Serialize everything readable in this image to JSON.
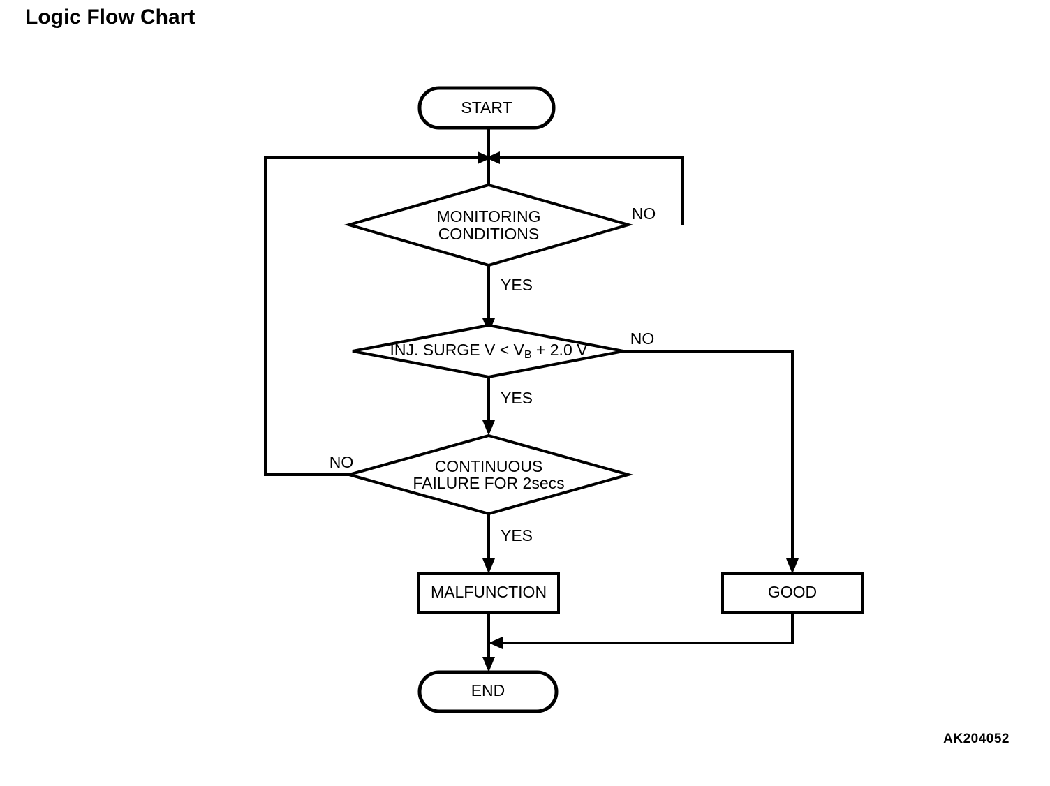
{
  "page": {
    "title": "Logic Flow Chart",
    "figure_code": "AK204052",
    "background_color": "#ffffff",
    "line_color": "#000000"
  },
  "chart_data": {
    "type": "diagram",
    "diagram_kind": "flowchart",
    "title": "Logic Flow Chart",
    "nodes": [
      {
        "id": "start",
        "shape": "stadium",
        "label": "START"
      },
      {
        "id": "monitoring",
        "shape": "diamond",
        "label_line1": "MONITORING",
        "label_line2": "CONDITIONS"
      },
      {
        "id": "inj_surge",
        "shape": "diamond",
        "label_prefix": "INJ. SURGE V < V",
        "label_subscript": "B",
        "label_suffix": " + 2.0 V"
      },
      {
        "id": "continuous",
        "shape": "diamond",
        "label_line1": "CONTINUOUS",
        "label_line2": "FAILURE FOR 2secs"
      },
      {
        "id": "malfunction",
        "shape": "rectangle",
        "label": "MALFUNCTION"
      },
      {
        "id": "good",
        "shape": "rectangle",
        "label": "GOOD"
      },
      {
        "id": "end",
        "shape": "stadium",
        "label": "END"
      }
    ],
    "edges": [
      {
        "from": "start",
        "to": "monitoring",
        "label": ""
      },
      {
        "from": "monitoring",
        "to": "inj_surge",
        "label": "YES"
      },
      {
        "from": "monitoring",
        "to": "start_junction",
        "label": "NO",
        "route": "right-up-loop"
      },
      {
        "from": "inj_surge",
        "to": "continuous",
        "label": "YES"
      },
      {
        "from": "inj_surge",
        "to": "good",
        "label": "NO",
        "route": "right-down"
      },
      {
        "from": "continuous",
        "to": "malfunction",
        "label": "YES"
      },
      {
        "from": "continuous",
        "to": "start_junction",
        "label": "NO",
        "route": "left-up-loop"
      },
      {
        "from": "malfunction",
        "to": "end",
        "label": ""
      },
      {
        "from": "good",
        "to": "end",
        "label": "",
        "route": "down-left-merge"
      }
    ]
  },
  "labels": {
    "start": "START",
    "end": "END",
    "malfunction": "MALFUNCTION",
    "good": "GOOD",
    "monitoring_l1": "MONITORING",
    "monitoring_l2": "CONDITIONS",
    "inj_prefix": "INJ. SURGE V < V",
    "inj_sub": "B",
    "inj_suffix": " + 2.0 V",
    "continuous_l1": "CONTINUOUS",
    "continuous_l2": "FAILURE FOR 2secs",
    "yes_1": "YES",
    "yes_2": "YES",
    "yes_3": "YES",
    "no_1": "NO",
    "no_2": "NO",
    "no_3": "NO"
  }
}
